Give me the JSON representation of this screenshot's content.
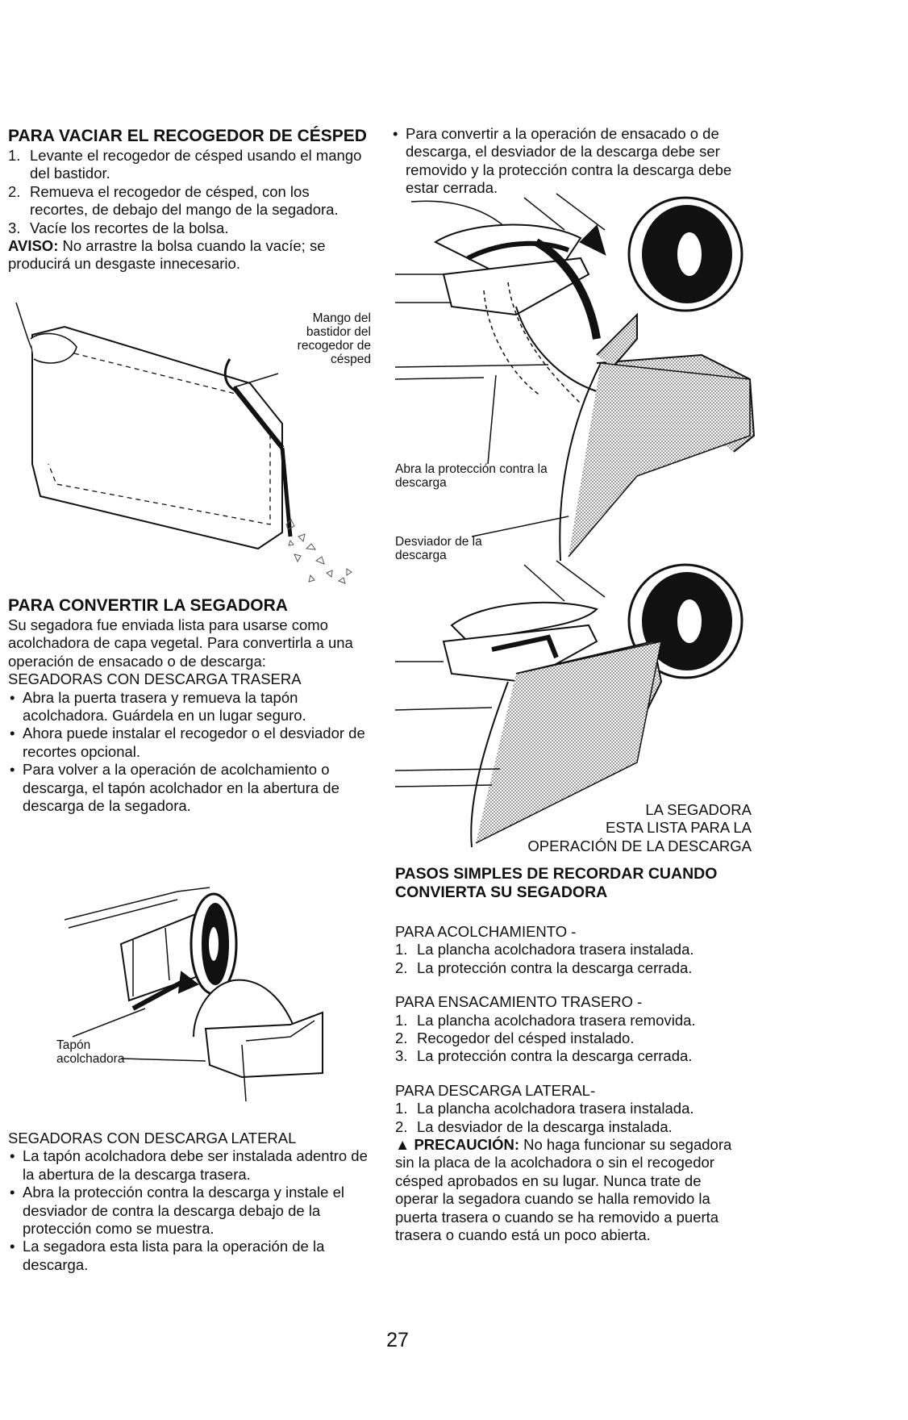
{
  "left": {
    "empty": {
      "title": "PARA VACIAR EL RECOGEDOR DE CÉSPED",
      "steps": [
        {
          "n": "1.",
          "text": "Levante el recogedor de césped usando el mango del bastidor."
        },
        {
          "n": "2.",
          "text": "Remueva el recogedor de césped, con los recortes, de debajo del mango de la segadora."
        },
        {
          "n": "3.",
          "text": "Vacíe los recortes de la bolsa."
        }
      ],
      "notice_label": "AVISO:",
      "notice_text": " No arrastre la bolsa cuando la vacíe; se producirá un desgaste innecesario.",
      "fig_label": "Mango del bastidor del recogedor de césped"
    },
    "convert": {
      "title": "PARA CONVERTIR LA SEGADORA",
      "intro": "Su segadora fue enviada lista para usarse como acolchadora de capa vegetal. Para convertirla a una operación de ensacado o de descarga:",
      "rear_heading": "SEGADORAS CON DESCARGA TRASERA",
      "rear_bullets": [
        "Abra la puerta trasera y remueva la tapón acolchadora. Guárdela en un lugar seguro.",
        "Ahora puede instalar el recogedor o el desviador de recortes opcional.",
        "Para volver a la operación de acolchamiento o descarga, el tapón acolchador en la abertura de descarga de la segadora."
      ],
      "plug_label": "Tapón acolchadora",
      "side_heading": "SEGADORAS CON DESCARGA LATERAL",
      "side_bullets": [
        "La tapón acolchadora debe ser instalada adentro de la abertura de la descarga trasera.",
        "Abra la protección contra la descarga y instale el desviador de contra la descarga debajo de la protección como se muestra.",
        "La segadora esta lista para la operación de la descarga."
      ]
    }
  },
  "right": {
    "bullet": "Para convertir a la operación de ensacado o de descarga, el desviador de la descarga debe ser removido y la protección contra la descarga debe estar cerrada.",
    "label_open": "Abra la protección contra la descarga",
    "label_deflector": "Desviador de la descarga",
    "ready_caption_1": "LA SEGADORA",
    "ready_caption_2": "ESTA LISTA PARA LA",
    "ready_caption_3": "OPERACIÓN DE LA DESCARGA",
    "steps_title": "PASOS SIMPLES DE RECORDAR CUANDO CONVIERTA SU SEGADORA",
    "mulch_heading": "PARA ACOLCHAMIENTO -",
    "mulch_steps": [
      {
        "n": "1.",
        "text": "La plancha acolchadora trasera instalada."
      },
      {
        "n": "2.",
        "text": "La protección contra la descarga cerrada."
      }
    ],
    "bag_heading": "PARA ENSACAMIENTO TRASERO -",
    "bag_steps": [
      {
        "n": "1.",
        "text": "La plancha acolchadora trasera removida."
      },
      {
        "n": "2.",
        "text": "Recogedor del césped instalado."
      },
      {
        "n": "3.",
        "text": "La protección contra la descarga cerrada."
      }
    ],
    "side_heading": "PARA DESCARGA LATERAL-",
    "side_steps": [
      {
        "n": "1.",
        "text": "La plancha acolchadora trasera instalada."
      },
      {
        "n": "2.",
        "text": "La desviador de la descarga instalada."
      }
    ],
    "caution_label": "PRECAUCIÓN:",
    "caution_text": " No haga funcionar su segadora sin la placa de la acolchadora o sin el recogedor césped aprobados en su lugar. Nunca trate de operar la segadora cuando se halla removido la puerta trasera o cuando se ha removido a puerta trasera o cuando está un poco abierta."
  },
  "page_number": "27"
}
